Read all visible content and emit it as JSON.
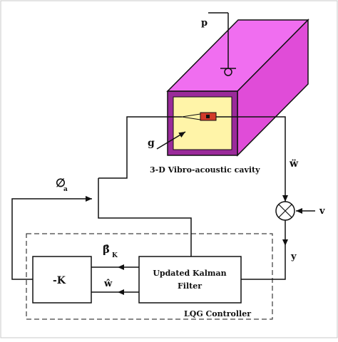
{
  "colors": {
    "background": "#ffffff",
    "frame": "#c8c8c8",
    "cavity_top": "#f06ef0",
    "cavity_side": "#e04cd8",
    "cavity_face": "#9a2a9a",
    "inner_panel": "#fff4a8",
    "sensor": "#d23a2a",
    "line": "#111111"
  },
  "labels": {
    "p": "p",
    "g": "g",
    "cavity": "3-D Vibro-acoustic cavity",
    "w_ddot": "ẅ",
    "phi_a": "∅",
    "phi_sub": "a",
    "v": "v",
    "y": "y",
    "beta": "β̂",
    "beta_sub": "K",
    "w_hat": "ŵ",
    "k_block": "-K",
    "kalman_line1": "Updated Kalman",
    "kalman_line2": "Filter",
    "lqg": "LQG Controller"
  },
  "icons": {
    "summing_junction": "summing-junction-icon",
    "ground": "ground-symbol-icon",
    "sensor": "sensor-icon"
  }
}
